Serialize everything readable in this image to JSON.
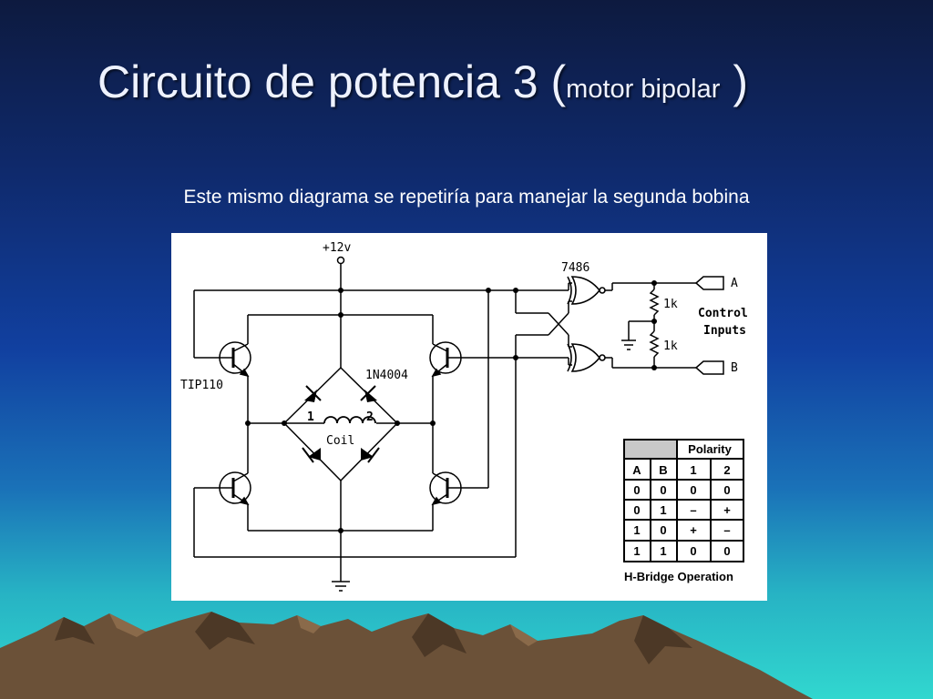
{
  "slide": {
    "title_main": "Circuito de potencia 3 (",
    "title_small": "motor bipolar",
    "title_end": " )",
    "subtitle": "Este mismo diagrama se repetiría para manejar la segunda bobina"
  },
  "diagram": {
    "supply": "+12v",
    "gate_ic": "7486",
    "resistor_1": "1k",
    "resistor_2": "1k",
    "control_line1": "Control",
    "control_line2": "Inputs",
    "input_a": "A",
    "input_b": "B",
    "transistor": "TIP110",
    "diode": "1N4004",
    "coil_pin1": "1",
    "coil_pin2": "2",
    "coil": "Coil"
  },
  "truth_table": {
    "header_group": "Polarity",
    "columns": [
      "A",
      "B",
      "1",
      "2"
    ],
    "rows": [
      [
        "0",
        "0",
        "0",
        "0"
      ],
      [
        "0",
        "1",
        "–",
        "+"
      ],
      [
        "1",
        "0",
        "+",
        "–"
      ],
      [
        "1",
        "1",
        "0",
        "0"
      ]
    ],
    "caption": "H-Bridge Operation"
  },
  "colors": {
    "sky_top": "#0d1a3f",
    "sky_bottom": "#31d7cf",
    "mountain": "#6b5138"
  }
}
